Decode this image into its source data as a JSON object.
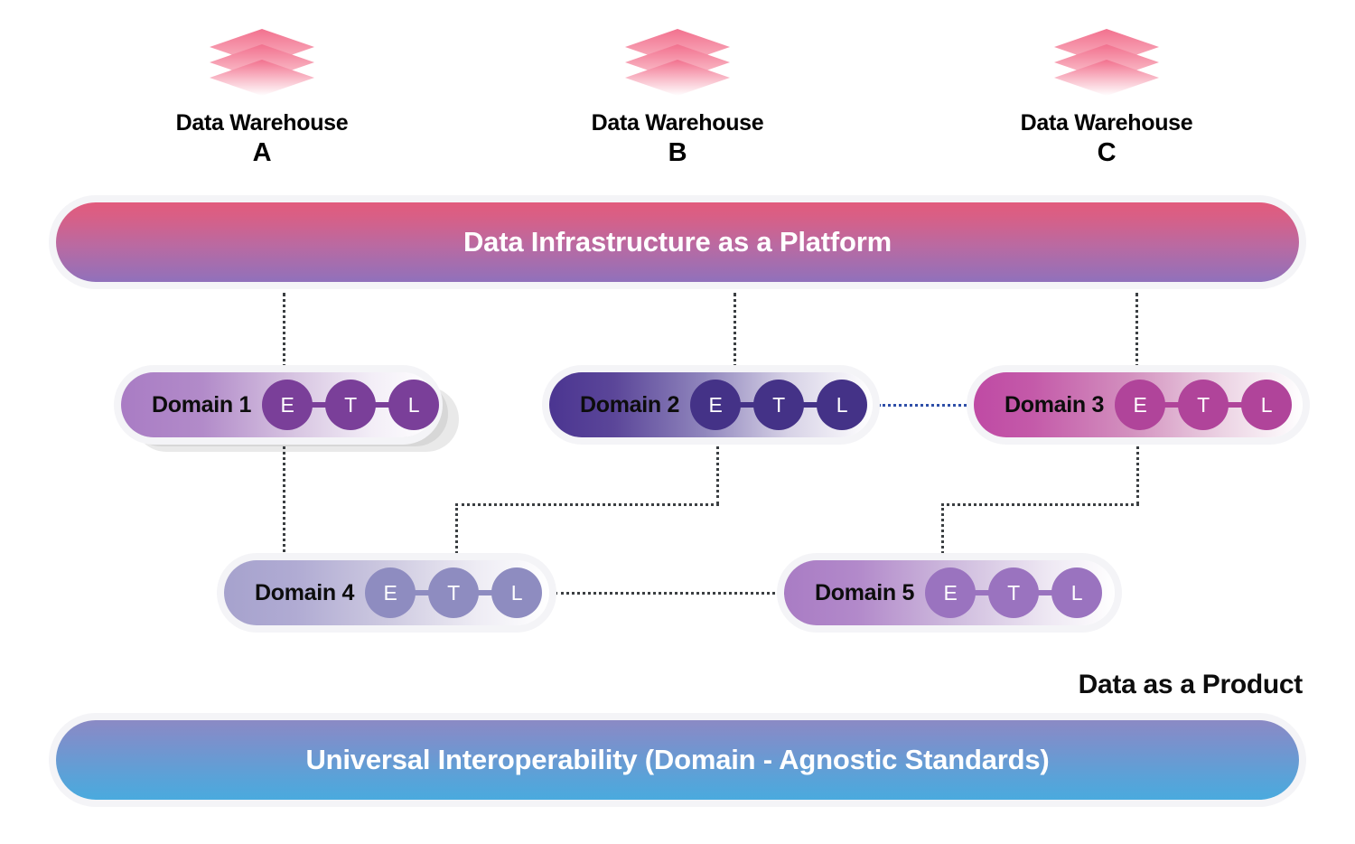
{
  "warehouses": [
    {
      "icon": "data-warehouse-stack-icon",
      "label": "Data Warehouse",
      "letter": "A"
    },
    {
      "icon": "data-warehouse-stack-icon",
      "label": "Data Warehouse",
      "letter": "B"
    },
    {
      "icon": "data-warehouse-stack-icon",
      "label": "Data Warehouse",
      "letter": "C"
    }
  ],
  "platform_bar": {
    "label": "Data Infrastructure as a Platform",
    "gradient_from": "#e25b7d",
    "gradient_to": "#9071bb"
  },
  "interop_bar": {
    "label": "Universal Interoperability (Domain - Agnostic Standards)",
    "gradient_from": "#8b8ac4",
    "gradient_to": "#4aaade"
  },
  "caption": {
    "data_as_a_product": "Data as a Product"
  },
  "etl_letters": {
    "e": "E",
    "t": "T",
    "l": "L"
  },
  "domains": [
    {
      "id": "domain-1",
      "label": "Domain 1",
      "node_color": "#7a3f99",
      "pill_from": "#a97cc4",
      "pill_to": "#ffffff",
      "stacked": true
    },
    {
      "id": "domain-2",
      "label": "Domain 2",
      "node_color": "#443287",
      "pill_from": "#4b3591",
      "pill_to": "#ffffff",
      "stacked": false
    },
    {
      "id": "domain-3",
      "label": "Domain 3",
      "node_color": "#b0449a",
      "pill_from": "#bf4aa4",
      "pill_to": "#ffffff",
      "stacked": false
    },
    {
      "id": "domain-4",
      "label": "Domain 4",
      "node_color": "#8e8cc0",
      "pill_from": "#a6a2cd",
      "pill_to": "#ffffff",
      "stacked": false
    },
    {
      "id": "domain-5",
      "label": "Domain 5",
      "node_color": "#9a73bf",
      "pill_from": "#a97cc4",
      "pill_to": "#ffffff",
      "stacked": false
    }
  ],
  "connector_colors": {
    "default": "#3b3f42",
    "domain2_to_domain3": "#2f4fa8"
  }
}
